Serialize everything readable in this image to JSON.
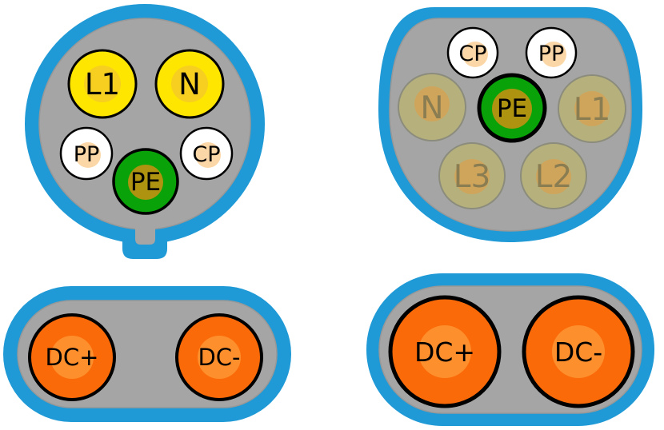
{
  "colors": {
    "housing": "#1f9ad6",
    "body": "#a5a5a5",
    "body_edge": "#989898",
    "outline": "#000000",
    "label": "#000000",
    "yellow": "#ffe600",
    "yellow_inner": "#f6cf20",
    "white": "#ffffff",
    "white_inner": "#fbd7a8",
    "green": "#09a309",
    "green_inner": "#ad9310",
    "orange": "#fb6a09",
    "orange_inner": "#fe8f2d",
    "faded": "#b6b17c",
    "faded_inner": "#cfa55c",
    "faded_edge": "#8c8c7d",
    "faded_label": "#8b7d52"
  },
  "connectors": {
    "type1_ac": {
      "pins": {
        "l1": "L1",
        "n": "N",
        "pp": "PP",
        "cp": "CP",
        "pe": "PE"
      }
    },
    "type2_ac": {
      "pins": {
        "cp": "CP",
        "pp": "PP",
        "pe": "PE",
        "n": "N",
        "l1": "L1",
        "l2": "L2",
        "l3": "L3"
      }
    },
    "combo1_dc": {
      "pins": {
        "dc_plus": "DC+",
        "dc_minus": "DC-"
      }
    },
    "combo2_dc": {
      "pins": {
        "dc_plus": "DC+",
        "dc_minus": "DC-"
      }
    }
  }
}
